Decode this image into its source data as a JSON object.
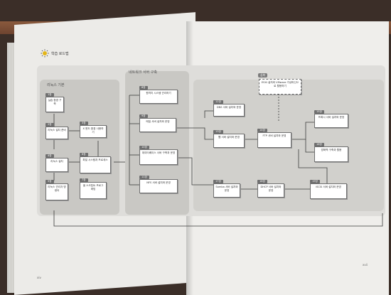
{
  "page": {
    "header_label": "학습 로드맵",
    "left_page_number": "xiv",
    "right_page_number": "xvii"
  },
  "sections": {
    "left_title": "리눅스 기본",
    "middle_title": "네트워크 서버 구축",
    "advanced_tag": "심화"
  },
  "left_nodes": [
    {
      "tag": "1장",
      "text": "실습 환경 구축"
    },
    {
      "tag": "2장",
      "text": "리눅스 설치 준비"
    },
    {
      "tag": "3장",
      "text": "X 윈도 환경 사용하기"
    },
    {
      "tag": "4장",
      "text": "리눅스 설치"
    },
    {
      "tag": "5장",
      "text": "리눅스 관리자 명령어"
    },
    {
      "tag": "6장",
      "text": "파일 시스템과 프로세스"
    },
    {
      "tag": "7장",
      "text": "셸 스크립트 프로그래밍"
    }
  ],
  "middle_nodes": [
    {
      "tag": "8장",
      "text": "원격지 시스템 관리하기"
    },
    {
      "tag": "9장",
      "text": "메일 서버 설치와 운영"
    },
    {
      "tag": "10장",
      "text": "데이터베이스 서버 구축과 운영"
    },
    {
      "tag": "11장",
      "text": "NFS 서버 설치와 운영"
    }
  ],
  "right_nodes": [
    {
      "tag": "12장",
      "text": "DNS 서버 설치와 운영"
    },
    {
      "tag": "13장",
      "text": "웹 서버 설치와 운영"
    },
    {
      "tag": "14장",
      "text": "FTP 서버 설치와 운영"
    },
    {
      "tag": "15장",
      "text": "프록시 서버 설치와 운영"
    },
    {
      "tag": "16장",
      "text": "방화벽 구축과 활용"
    },
    {
      "tag": "17장",
      "text": "Samba 서버 설치와 운영"
    },
    {
      "tag": "18장",
      "text": "DHCP 서버 설치와 운영"
    },
    {
      "tag": "19장",
      "text": "iSCSI 서버 설치와 운영"
    }
  ],
  "top_note": {
    "text": "ESXi 설치와 VMware 가상머신으로 활용하기"
  }
}
